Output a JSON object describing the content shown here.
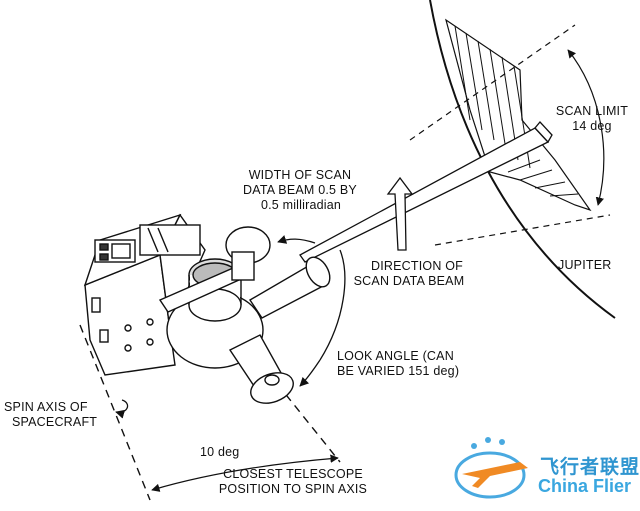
{
  "labels": {
    "scan_limit": "SCAN LIMIT",
    "scan_limit_value": "14 deg",
    "width_line1": "WIDTH OF SCAN",
    "width_line2": "DATA BEAM 0.5 BY",
    "width_line3": "0.5 milliradian",
    "direction_line1": "DIRECTION OF",
    "direction_line2": "SCAN DATA BEAM",
    "jupiter": "JUPITER",
    "look_line1": "LOOK ANGLE (CAN",
    "look_line2": "BE VARIED 151 deg)",
    "spin_line1": "SPIN AXIS OF",
    "spin_line2": "SPACECRAFT",
    "ten_deg": "10 deg",
    "closest_line1": "CLOSEST TELESCOPE",
    "closest_line2": "POSITION TO SPIN AXIS"
  },
  "watermark": {
    "cn": "飞行者联盟",
    "en": "China Flier",
    "color": "#2f95d0"
  }
}
